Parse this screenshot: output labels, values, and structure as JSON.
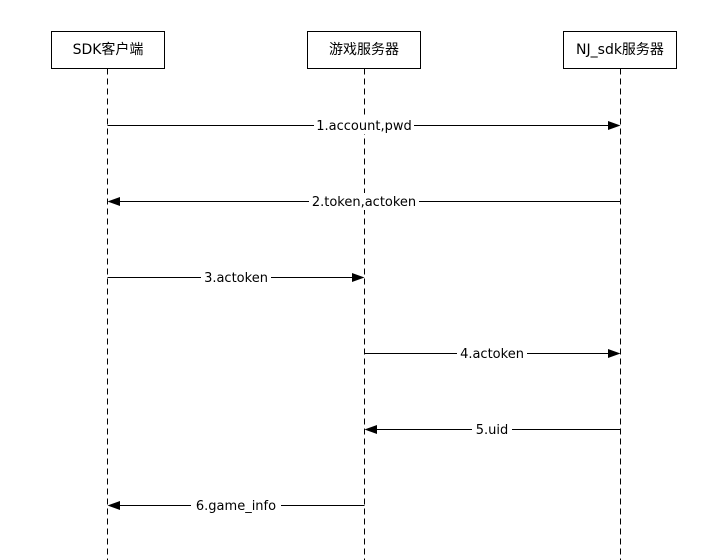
{
  "actors": [
    {
      "id": "sdk_client",
      "label": "SDK客户端"
    },
    {
      "id": "game_server",
      "label": "游戏服务器"
    },
    {
      "id": "nj_sdk_server",
      "label": "NJ_sdk服务器"
    }
  ],
  "messages": [
    {
      "from": "sdk_client",
      "to": "nj_sdk_server",
      "label": "1.account,pwd"
    },
    {
      "from": "nj_sdk_server",
      "to": "sdk_client",
      "label": "2.token,actoken"
    },
    {
      "from": "sdk_client",
      "to": "game_server",
      "label": "3.actoken"
    },
    {
      "from": "game_server",
      "to": "nj_sdk_server",
      "label": "4.actoken"
    },
    {
      "from": "nj_sdk_server",
      "to": "game_server",
      "label": "5.uid"
    },
    {
      "from": "game_server",
      "to": "sdk_client",
      "label": "6.game_info"
    }
  ]
}
